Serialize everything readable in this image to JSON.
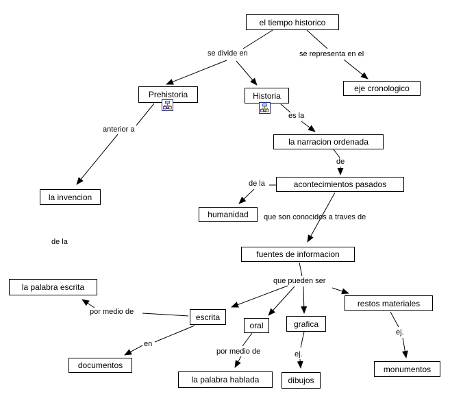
{
  "map": {
    "concepts": {
      "el_tiempo_historico": "el tiempo historico",
      "prehistoria": "Prehistoria",
      "historia": "Historia",
      "eje_cronologico": "eje cronologico",
      "la_narracion_ordenada": "la narracion ordenada",
      "acontecimientos_pasados": "acontecimientos pasados",
      "humanidad": "humanidad",
      "fuentes_de_informacion": "fuentes de informacion",
      "la_invencion": "la invencion",
      "la_palabra_escrita": "la palabra escrita",
      "escrita": "escrita",
      "oral": "oral",
      "grafica": "grafica",
      "restos_materiales": "restos materiales",
      "documentos": "documentos",
      "la_palabra_hablada": "la palabra hablada",
      "dibujos": "dibujos",
      "monumentos": "monumentos"
    },
    "linking_phrases": {
      "se_divide_en": "se divide en",
      "se_representa_en_el": "se representa en el",
      "es_la": "es la",
      "de": "de",
      "de_la_humanidad": "de la",
      "que_son_conocidos_a_traves_de": "que son conocidos a traves de",
      "que_pueden_ser": "que pueden ser",
      "anterior_a": "anterior a",
      "de_la_invencion": "de la",
      "por_medio_de_escrita": "por medio de",
      "en": "en",
      "por_medio_de_oral": "por medio de",
      "ej_grafica": "ej.",
      "ej_restos": "ej."
    },
    "icons": {
      "prehistoria_resource": "linked-cmap-icon",
      "historia_resource": "linked-cmap-icon"
    },
    "colors": {
      "background": "#ffffff",
      "node_fill": "#ffffff",
      "node_border": "#000000",
      "text": "#000000",
      "line": "#000000",
      "icon_border": "#2b2b6b",
      "icon_blue": "#3a62c8",
      "icon_purple": "#8a3a8a",
      "icon_yellow": "#8a8a2a"
    }
  }
}
